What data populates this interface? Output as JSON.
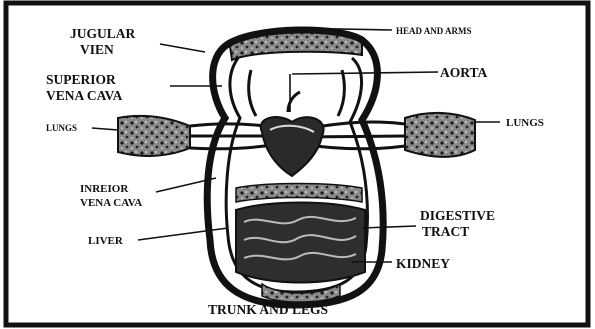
{
  "diagram": {
    "labels": {
      "jugular_vein_1": "JUGULAR",
      "jugular_vein_2": "VIEN",
      "superior_vena_cava_1": "SUPERIOR",
      "superior_vena_cava_2": "VENA CAVA",
      "lungs_left": "LUNGS",
      "inferior_vena_cava_1": "INREIOR",
      "inferior_vena_cava_2": "VENA CAVA",
      "liver": "LIVER",
      "head_and_arms": "HEAD AND ARMS",
      "aorta": "AORTA",
      "lungs_right": "LUNGS",
      "digestive_tract_1": "DIGESTIVE",
      "digestive_tract_2": "TRACT",
      "kidney": "KIDNEY",
      "trunk_and_legs": "TRUNK AND LEGS"
    },
    "colors": {
      "ink": "#111111",
      "paper": "#ffffff",
      "texture": "#6a6a6a"
    }
  }
}
